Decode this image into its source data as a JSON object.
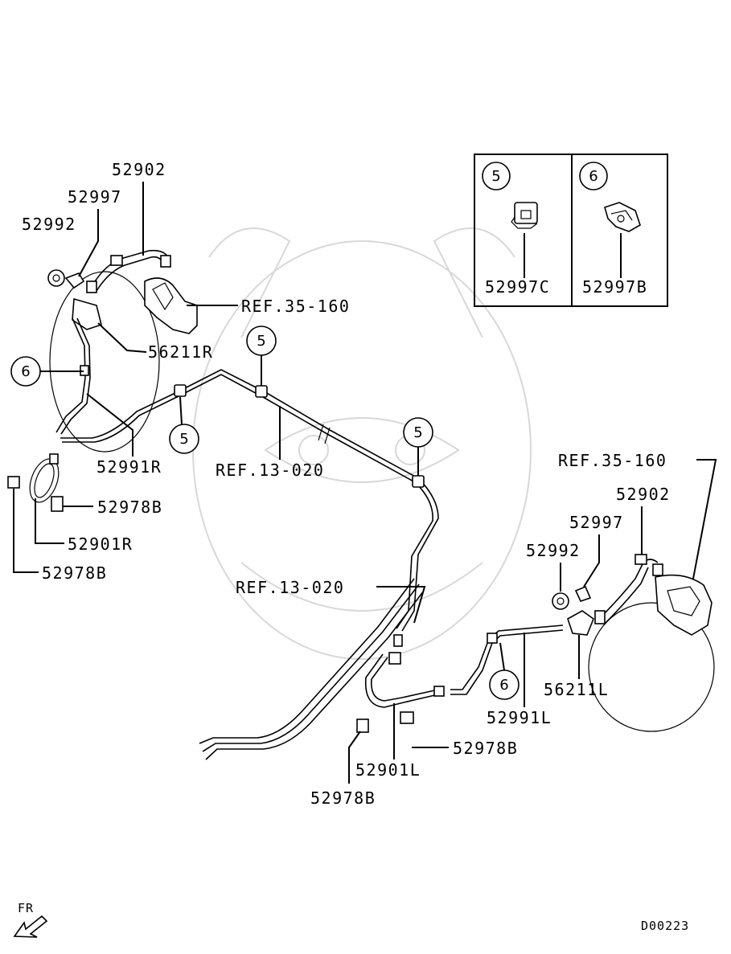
{
  "diagram_code": "D00223",
  "front_marker": "FR",
  "inset": {
    "panels": [
      {
        "callout": "5",
        "part": "52997C"
      },
      {
        "callout": "6",
        "part": "52997B"
      }
    ]
  },
  "callouts": {
    "five": "5",
    "six": "6"
  },
  "right_side": {
    "hose": "52902",
    "clip": "52997",
    "nut": "52992",
    "bracket": "56211R",
    "brake_tube": "52991R",
    "flex_hose": "52901R",
    "bolt_a": "52978B",
    "bolt_b": "52978B",
    "ref_caliper": "REF.35-160"
  },
  "left_side": {
    "hose": "52902",
    "clip": "52997",
    "nut": "52992",
    "bracket": "56211L",
    "brake_tube": "52991L",
    "flex_hose": "52901L",
    "bolt_a": "52978B",
    "bolt_b": "52978B",
    "ref_caliper": "REF.35-160"
  },
  "center": {
    "ref_line_a": "REF.13-020",
    "ref_line_b": "REF.13-020"
  }
}
